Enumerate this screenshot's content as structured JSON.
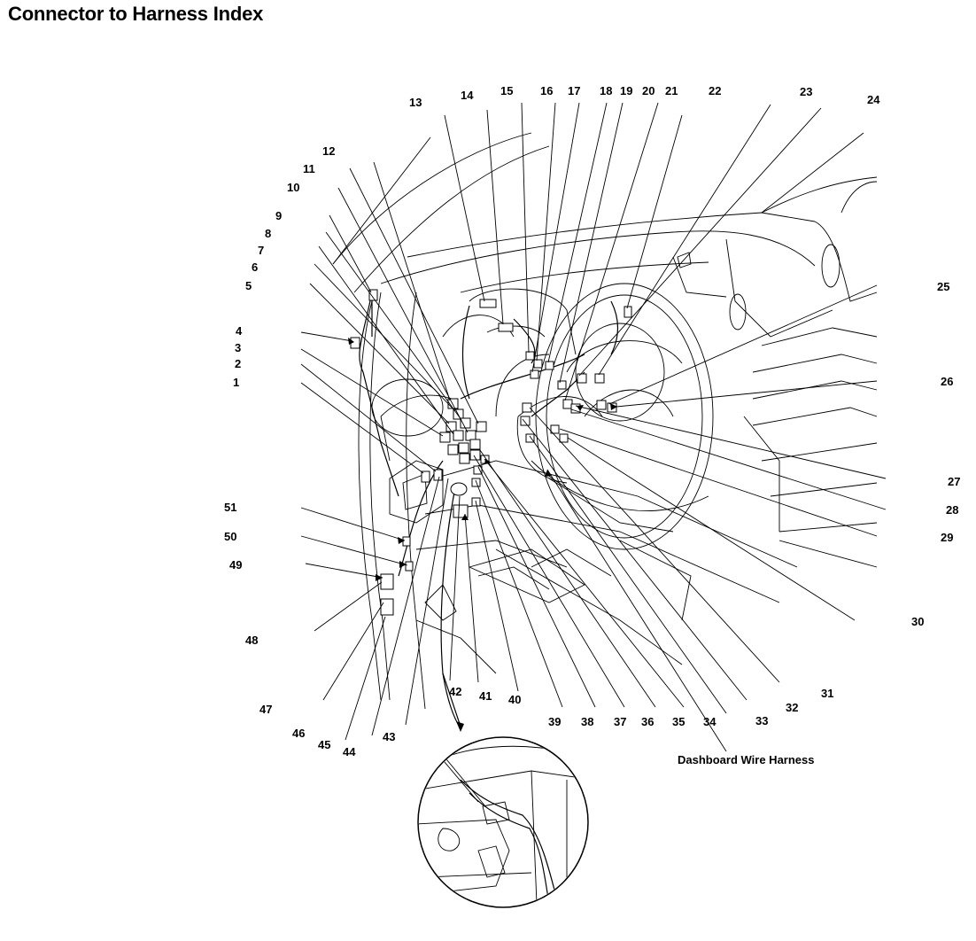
{
  "page": {
    "title": "Connector to Harness Index",
    "caption": "Dashboard Wire Harness"
  },
  "callouts": {
    "c1": "1",
    "c2": "2",
    "c3": "3",
    "c4": "4",
    "c5": "5",
    "c6": "6",
    "c7": "7",
    "c8": "8",
    "c9": "9",
    "c10": "10",
    "c11": "11",
    "c12": "12",
    "c13": "13",
    "c14": "14",
    "c15": "15",
    "c16": "16",
    "c17": "17",
    "c18": "18",
    "c19": "19",
    "c20": "20",
    "c21": "21",
    "c22": "22",
    "c23": "23",
    "c24": "24",
    "c25": "25",
    "c26": "26",
    "c27": "27",
    "c28": "28",
    "c29": "29",
    "c30": "30",
    "c31": "31",
    "c32": "32",
    "c33": "33",
    "c34": "34",
    "c35": "35",
    "c36": "36",
    "c37": "37",
    "c38": "38",
    "c39": "39",
    "c40": "40",
    "c41": "41",
    "c42": "42",
    "c43": "43",
    "c44": "44",
    "c45": "45",
    "c46": "46",
    "c47": "47",
    "c48": "48",
    "c49": "49",
    "c50": "50",
    "c51": "51"
  }
}
